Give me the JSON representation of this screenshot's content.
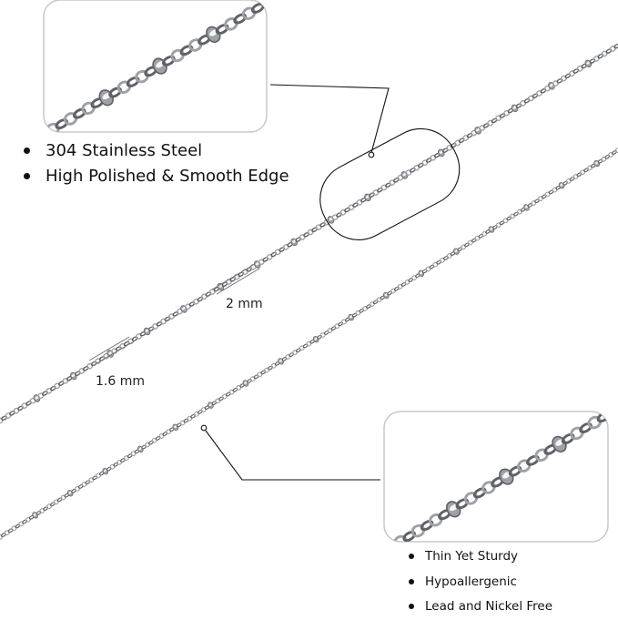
{
  "features_top": [
    "304 Stainless Steel",
    "High Polished & Smooth Edge"
  ],
  "features_bottom": [
    "Thin Yet Sturdy",
    "Hypoallergenic",
    "Lead and Nickel Free"
  ],
  "dimensions": {
    "wide_chain": "2 mm",
    "thin_chain": "1.6 mm"
  },
  "colors": {
    "chain": "#9ea1a6",
    "chain_highlight": "#f4f4f5",
    "chain_shadow": "#5e6166",
    "frame": "#c8c8c8",
    "callout_line": "#111111"
  }
}
